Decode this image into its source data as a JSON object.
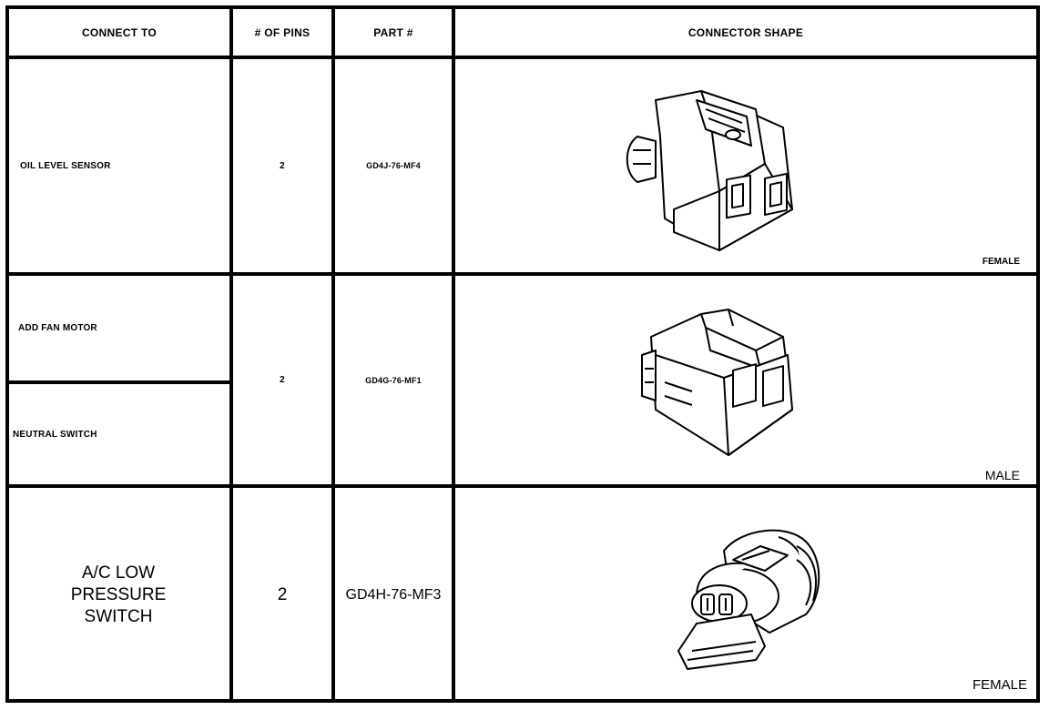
{
  "table": {
    "headers": {
      "connect_to": "CONNECT TO",
      "pins": "# OF PINS",
      "part": "PART #",
      "shape": "CONNECTOR SHAPE"
    },
    "rows": [
      {
        "connect_to": "OIL LEVEL SENSOR",
        "pins": "2",
        "part": "GD4J-76-MF4",
        "gender": "FEMALE",
        "shape_icon": "connector-2pin-female-drawing"
      },
      {
        "connect_to": "ADD FAN MOTOR",
        "connect_to_2": "NEUTRAL SWITCH",
        "pins": "2",
        "part": "GD4G-76-MF1",
        "gender": "MALE",
        "shape_icon": "connector-2pin-male-drawing"
      },
      {
        "connect_to": "A/C LOW PRESSURE SWITCH",
        "pins": "2",
        "part": "GD4H-76-MF3",
        "gender": "FEMALE",
        "shape_icon": "connector-round-female-drawing"
      }
    ]
  }
}
